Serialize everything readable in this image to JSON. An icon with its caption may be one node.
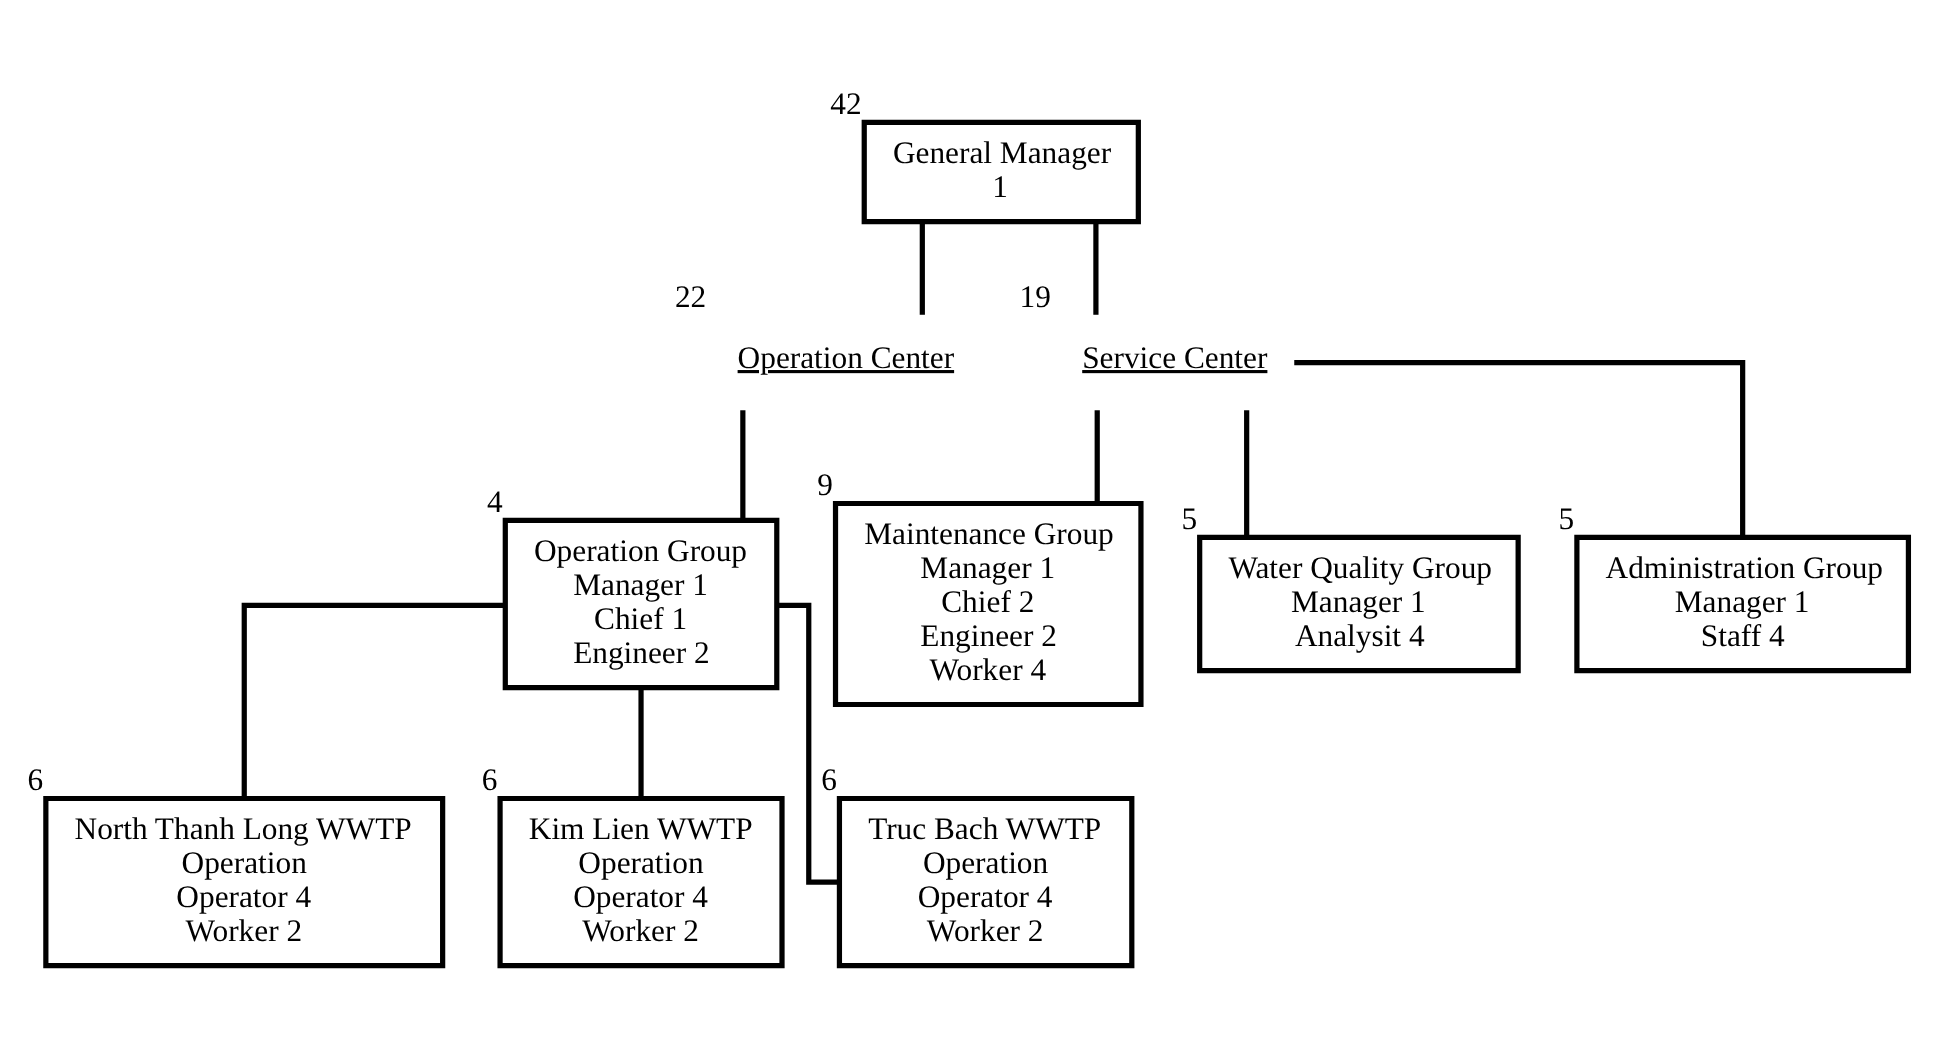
{
  "diagram": {
    "nodes": [
      {
        "text": [
          "General Manager",
          "1"
        ],
        "beside": [
          "42"
        ]
      },
      {
        "text": [
          "Operation Center"
        ],
        "beside": [
          "22"
        ]
      },
      {
        "text": [
          "Service Center"
        ],
        "beside": [
          "19"
        ]
      },
      {
        "text": [
          "Operation Group",
          "Manager 1",
          "Chief 1",
          "Engineer 2"
        ],
        "beside": [
          "4"
        ]
      },
      {
        "text": [
          "Maintenance Group",
          "Manager 1",
          "Chief 2",
          "Engineer 2",
          "Worker 4"
        ],
        "beside": [
          "9"
        ]
      },
      {
        "text": [
          "Water Quality Group",
          "Manager 1",
          "Analysit 4"
        ],
        "beside": [
          "5"
        ]
      },
      {
        "text": [
          "Administration Group",
          "Manager 1",
          "Staff 4"
        ],
        "beside": [
          "5"
        ]
      },
      {
        "text": [
          "North Thanh Long WWTP",
          "Operation",
          "Operator 4",
          "Worker 2"
        ],
        "beside": [
          "6"
        ]
      },
      {
        "text": [
          "Kim Lien WWTP",
          "Operation",
          "Operator 4",
          "Worker 2"
        ],
        "beside": [
          "6"
        ]
      },
      {
        "text": [
          "Truc Bach WWTP",
          "Operation",
          "Operator 4",
          "Worker 2"
        ],
        "beside": [
          "6"
        ]
      }
    ],
    "edges": [
      {
        "from": 0,
        "to": 1,
        "arrow": "none"
      },
      {
        "from": 0,
        "to": 2,
        "arrow": "none"
      },
      {
        "from": 1,
        "to": 3,
        "arrow": "none"
      },
      {
        "from": 2,
        "to": 4,
        "arrow": "none"
      },
      {
        "from": 2,
        "to": 5,
        "arrow": "none"
      },
      {
        "from": 2,
        "to": 6,
        "arrow": "none"
      },
      {
        "from": 3,
        "to": 7,
        "arrow": "none"
      },
      {
        "from": 3,
        "to": 8,
        "arrow": "none"
      },
      {
        "from": 3,
        "to": 9,
        "arrow": "none"
      }
    ]
  }
}
